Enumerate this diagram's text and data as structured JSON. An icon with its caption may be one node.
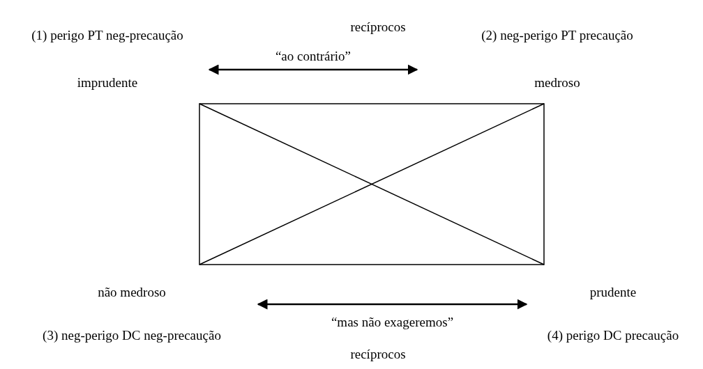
{
  "diagram": {
    "nodes": [
      {
        "text": [
          "(1) perigo PT neg-precaução",
          "imprudente"
        ]
      },
      {
        "text": [
          "(2) neg-perigo PT precaução",
          "medroso"
        ]
      },
      {
        "text": [
          "não medroso",
          "(3) neg-perigo DC neg-precaução"
        ]
      },
      {
        "text": [
          "prudente",
          "(4) perigo DC precaução"
        ]
      }
    ],
    "edges": [
      {
        "from": 0,
        "to": 1,
        "arrow": "both",
        "label": "“ao contrário”"
      },
      {
        "from": 2,
        "to": 3,
        "arrow": "both",
        "label": "“mas não exageremos”"
      }
    ],
    "labels": [
      "recíprocos",
      "recíprocos"
    ]
  }
}
